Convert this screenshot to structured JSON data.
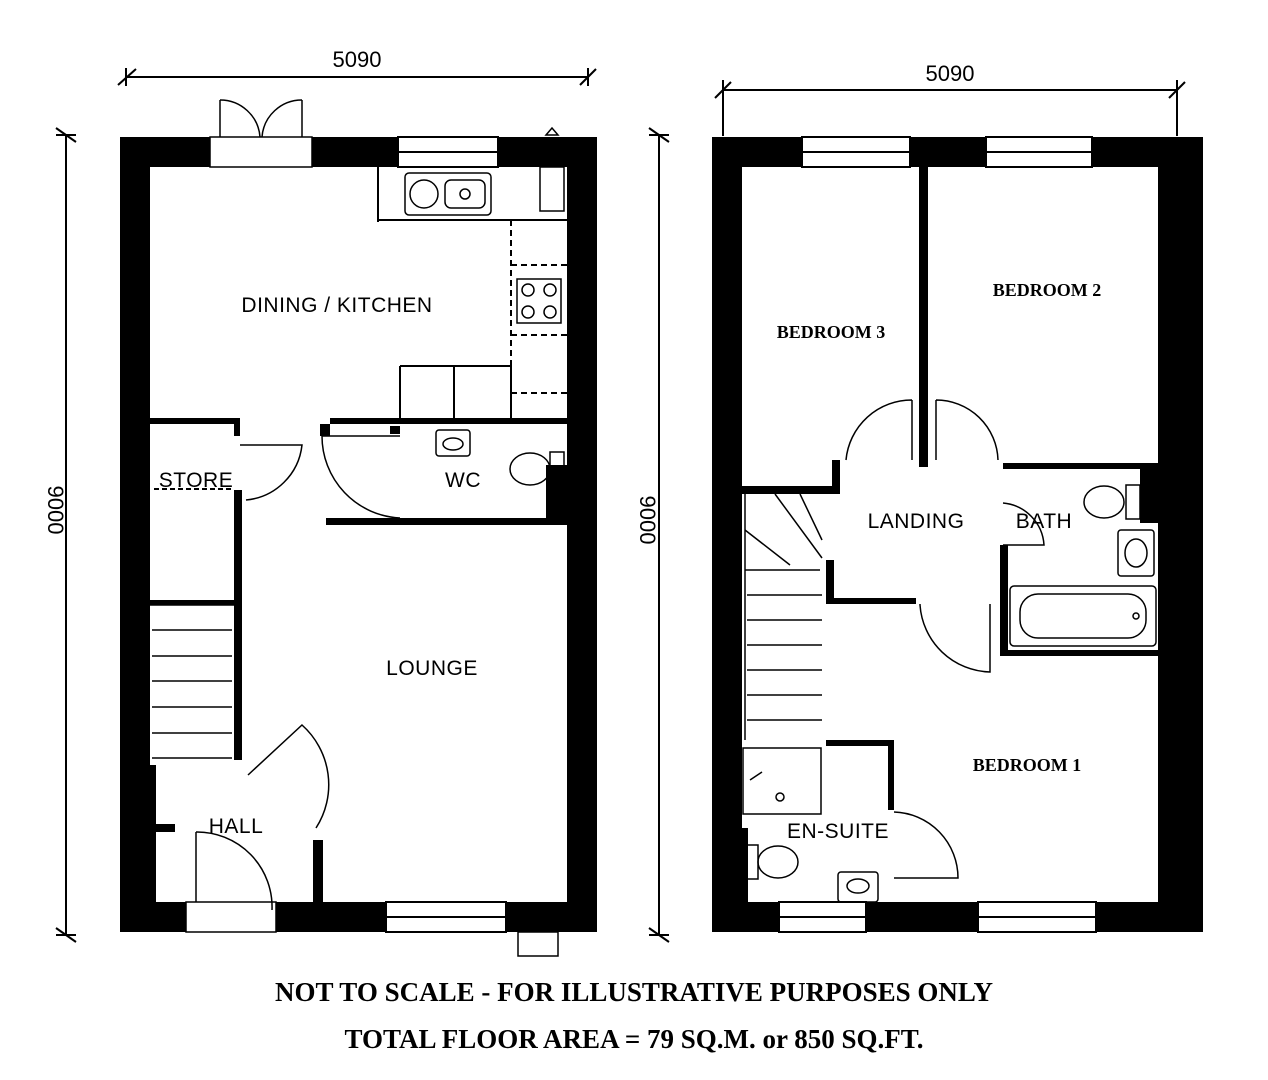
{
  "ground_floor": {
    "width_dim": "5090",
    "depth_dim": "9000",
    "rooms": {
      "dining_kitchen": "DINING / KITCHEN",
      "store": "STORE",
      "wc": "WC",
      "lounge": "LOUNGE",
      "hall": "HALL"
    }
  },
  "first_floor": {
    "width_dim": "5090",
    "depth_dim": "9000",
    "rooms": {
      "bedroom_3": "BEDROOM 3",
      "bedroom_2": "BEDROOM 2",
      "landing": "LANDING",
      "bath": "BATH",
      "bedroom_1": "BEDROOM 1",
      "en_suite": "EN-SUITE"
    }
  },
  "footer": {
    "disclaimer": "NOT TO SCALE - FOR ILLUSTRATIVE PURPOSES ONLY",
    "total_area": "TOTAL FLOOR AREA = 79 SQ.M. or 850 SQ.FT."
  }
}
